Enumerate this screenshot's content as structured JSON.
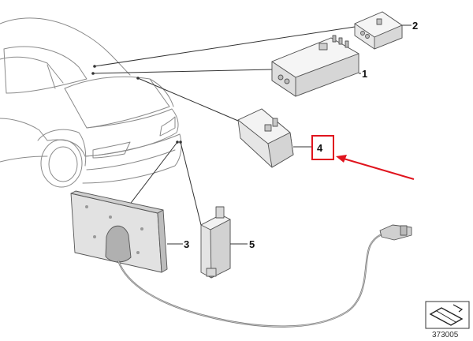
{
  "diagram": {
    "part_numbers": [
      "1",
      "2",
      "3",
      "4",
      "5"
    ],
    "highlighted_part": "4",
    "highlight_color": "#e0141e",
    "arrow_color": "#e0141e",
    "diagram_code": "373005",
    "view_symbol": "sheet-view-icon"
  }
}
